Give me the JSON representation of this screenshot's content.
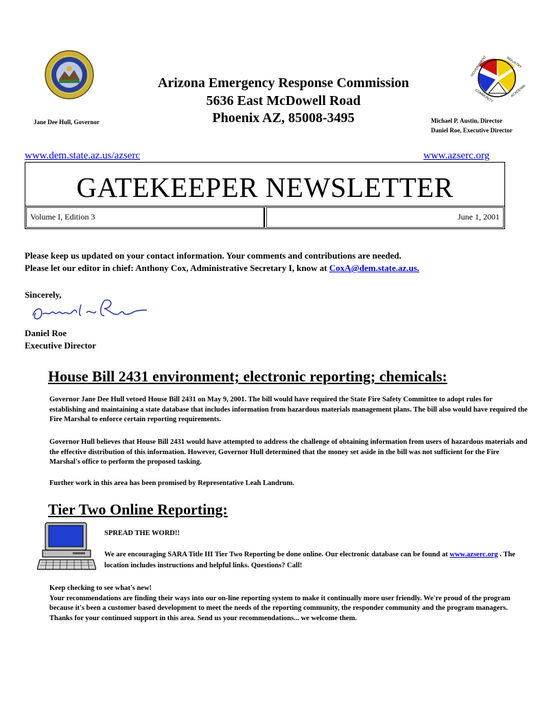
{
  "header": {
    "org_name": "Arizona Emergency Response  Commission",
    "street": "5636  East McDowell Road",
    "city": "Phoenix AZ, 85008-3495",
    "governor": "Jane Dee Hull, Governor",
    "director": "Michael P. Austin, Director",
    "executive_director": "Daniel Roe, Executive Director",
    "logo_words": [
      "GOVERNMENT",
      "INDUSTRY",
      "COMMUNITY",
      "ACADEMIA"
    ]
  },
  "links": {
    "left_url": "www.dem.state.az.us/azserc",
    "right_url": "www.azserc.org"
  },
  "banner": {
    "title": "GATEKEEPER NEWSLETTER",
    "edition": "Volume I, Edition 3",
    "date": "June 1, 2001"
  },
  "intro": {
    "line1": "Please keep us updated on your contact information. Your comments and contributions are needed.",
    "line2_prefix": "Please let our editor in chief: Anthony Cox, Administrative Secretary I, know at ",
    "email": "CoxA@dem.state.az.us.",
    "sincerely": "Sincerely,",
    "signer_name": "Daniel Roe",
    "signer_title": "Executive Director"
  },
  "section_house_bill": {
    "heading": "House Bill 2431 environment; electronic reporting; chemicals:",
    "p1": "Governor Jane Dee Hull vetoed House Bill 2431 on May 9, 2001. The bill would have required the State Fire Safety Committee to adopt rules for establishing and maintaining a state database that includes information from hazardous materials management plans. The bill also would have required the Fire Marshal to enforce certain reporting requirements.",
    "p2": "Governor Hull believes that House Bill 2431 would have attempted to address the challenge of obtaining information from users of hazardous materials and the effective distribution of this information. However, Governor Hull determined that the money set aside in the bill was not sufficient for the Fire Marshal's office to perform the proposed tasking.",
    "p3": "Further work in this area has been promised by Representative Leah Landrum."
  },
  "section_tier_two": {
    "heading": "Tier Two Online Reporting:",
    "spread": "SPREAD THE WORD!!",
    "p1_prefix": "We are encouraging SARA Title III Tier Two Reporting be done online. Our electronic database can be found at ",
    "p1_link": "www.azserc.org",
    "p1_suffix": " . The location includes instructions and helpful links. Questions? Call!",
    "p2_line1": "Keep checking to see what's new!",
    "p2_body": "Your recommendations are finding their ways into our on-line reporting system to make it continually more user friendly. We're proud of the program because it's been a customer based development to meet the needs of the reporting community, the responder community and the program managers. Thanks for your continued support in this area.  Send us your recommendations... we welcome them."
  }
}
